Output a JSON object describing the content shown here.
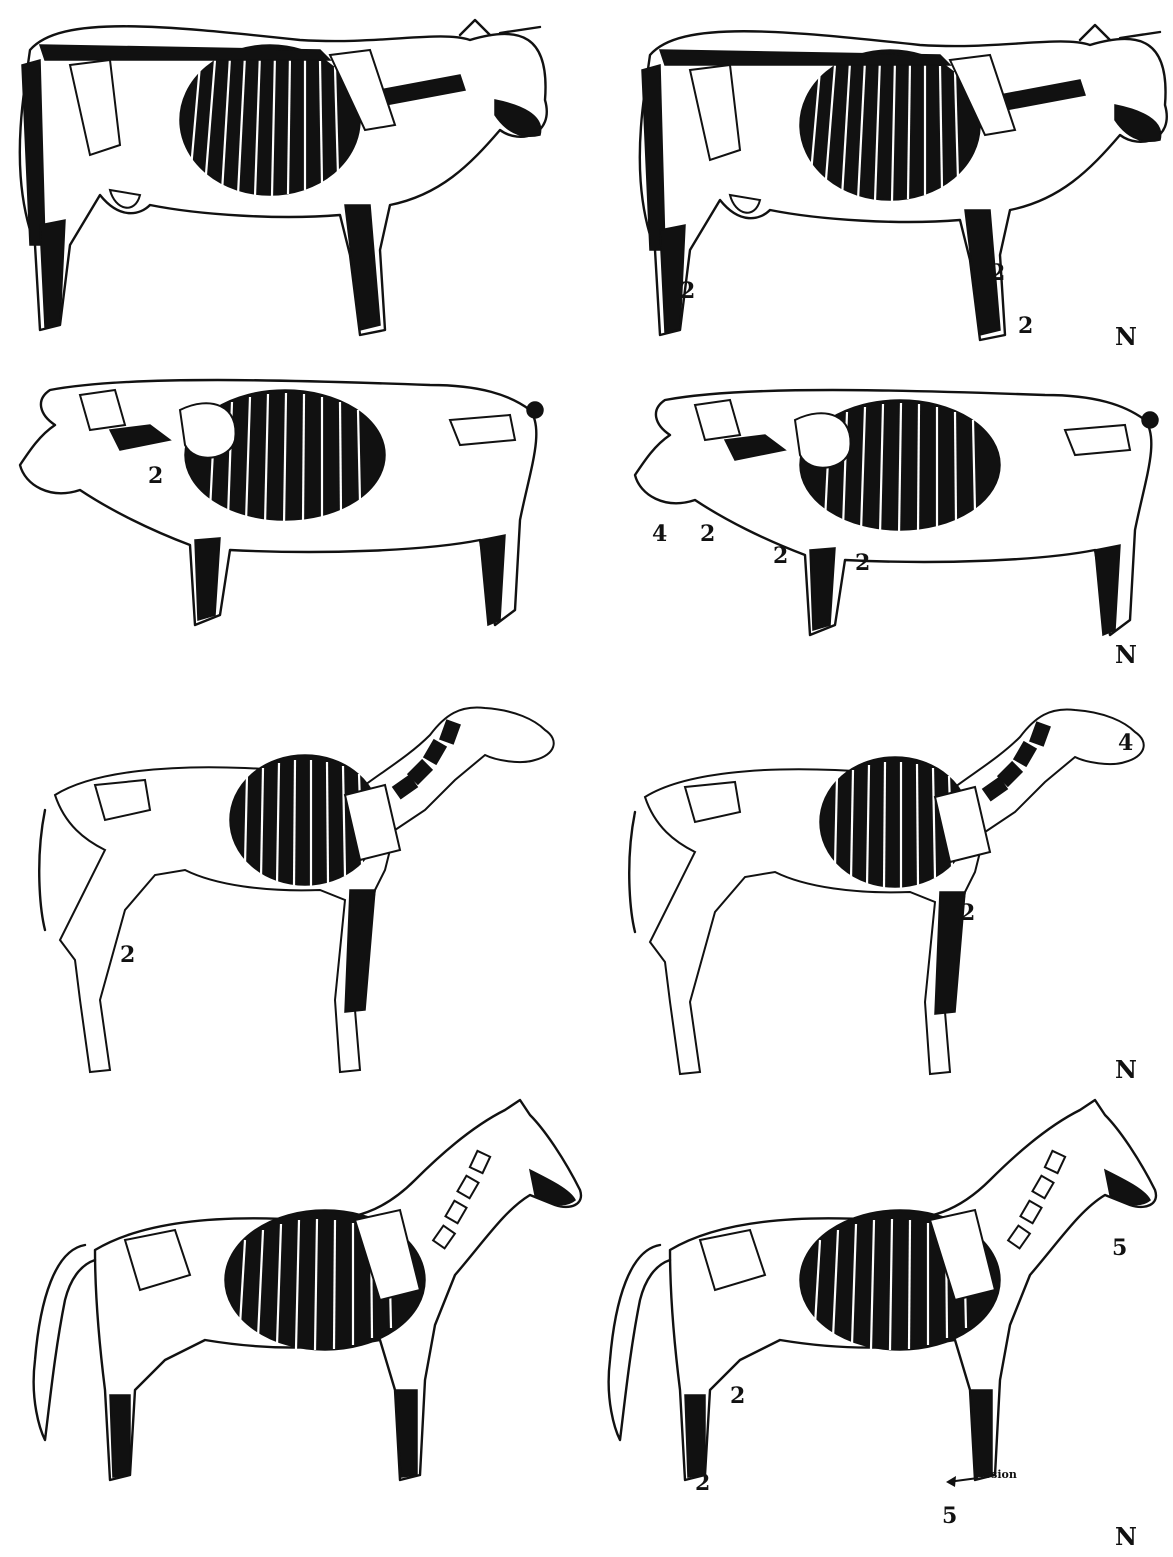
{
  "panels": [
    {
      "id": "cow-left",
      "labels": []
    },
    {
      "id": "cow-right",
      "labels": [
        "2",
        "2",
        "2"
      ],
      "corner": "N"
    },
    {
      "id": "pig-left",
      "labels": [
        "2"
      ]
    },
    {
      "id": "pig-right",
      "labels": [
        "4",
        "2",
        "2",
        "2"
      ],
      "corner": "N"
    },
    {
      "id": "dog-left",
      "labels": [
        "2"
      ]
    },
    {
      "id": "dog-right",
      "labels": [
        "4",
        "2"
      ],
      "corner": "N"
    },
    {
      "id": "horse-left",
      "labels": []
    },
    {
      "id": "horse-right",
      "labels": [
        "5",
        "2",
        "2",
        "5"
      ],
      "corner": "N",
      "annotation": "lesion"
    }
  ]
}
